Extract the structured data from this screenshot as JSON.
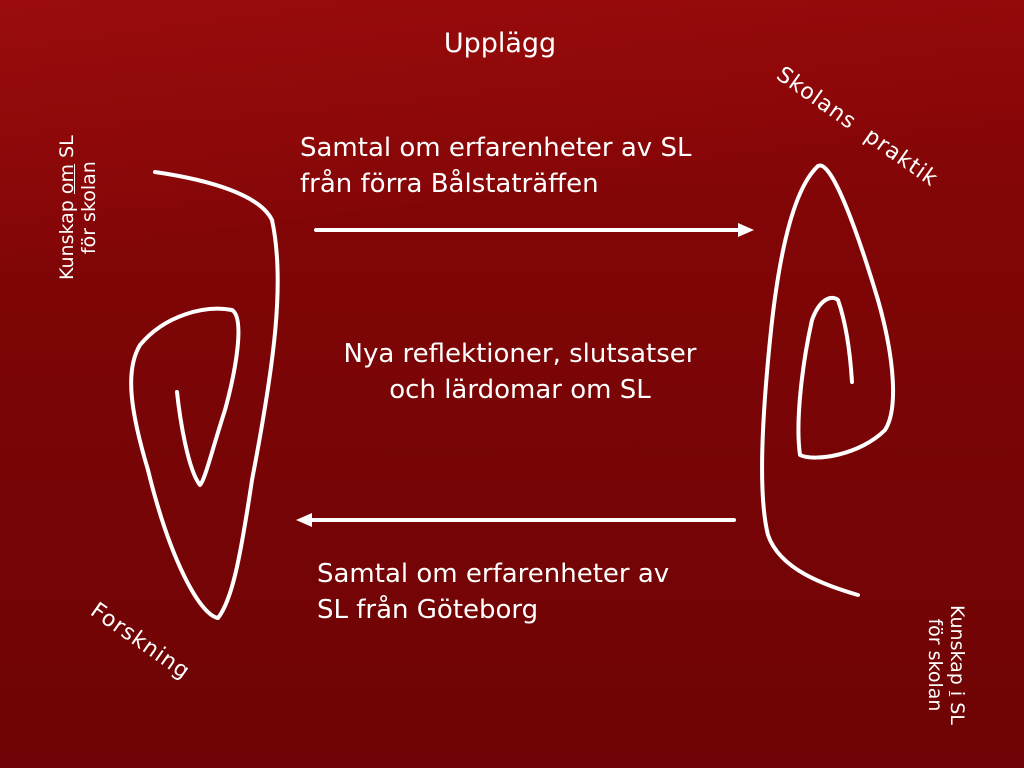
{
  "slide": {
    "title": "Upplägg",
    "corner_labels": {
      "top_left": {
        "pre": "Kunskap ",
        "underlined": "om",
        "post": " SL",
        "line2": "för skolan"
      },
      "top_right": "Skolans  praktik",
      "bottom_left": "Forskning",
      "bottom_right": {
        "pre": "Kunskap ",
        "underlined": "i",
        "post": " SL",
        "line2": "för skolan"
      }
    },
    "flows": {
      "top": {
        "line1": "Samtal om erfarenheter av SL",
        "line2": "från förra Bålstaträffen",
        "arrow_direction": "right"
      },
      "middle": {
        "line1": "Nya reflektioner, slutsatser",
        "line2": "och lärdomar om SL"
      },
      "bottom": {
        "line1": "Samtal om erfarenheter av",
        "line2": "SL från Göteborg",
        "arrow_direction": "left"
      }
    }
  },
  "colors": {
    "background": "#7d0506",
    "foreground": "#ffffff"
  }
}
